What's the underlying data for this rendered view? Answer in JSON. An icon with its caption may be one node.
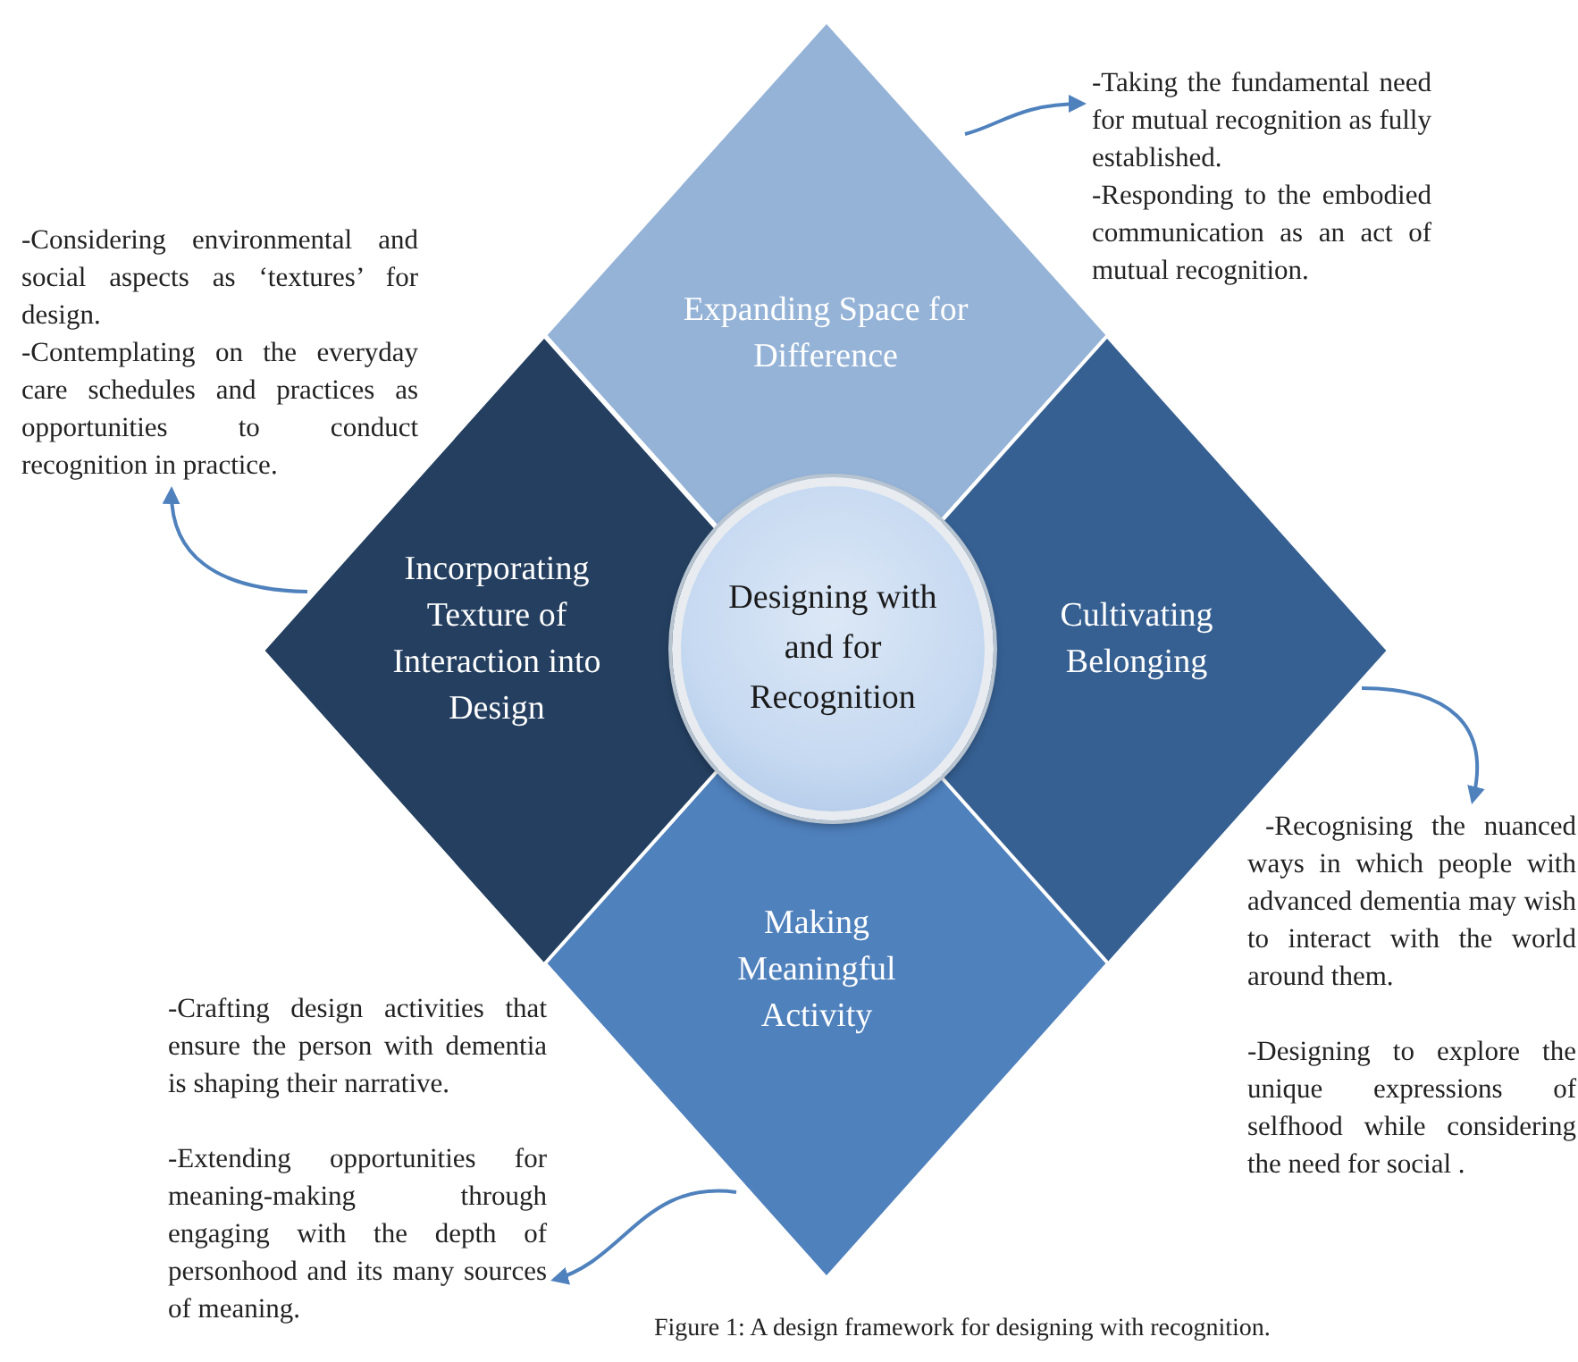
{
  "diagram": {
    "caption": "Figure 1: A design framework for designing with recognition.",
    "nodes": [
      {
        "text": [
          "Expanding Space for Difference"
        ]
      },
      {
        "text": [
          "Incorporating Texture of Interaction into Design"
        ]
      },
      {
        "text": [
          "Designing with and for Recognition"
        ]
      },
      {
        "text": [
          "Cultivating Belonging"
        ]
      },
      {
        "text": [
          "Making Meaningful Activity"
        ]
      },
      {
        "text": [
          "-Taking the fundamental need for mutual recognition as fully established.",
          "-Responding to the embodied communication as an act of mutual recognition."
        ]
      },
      {
        "text": [
          "-Considering environmental and social aspects as ‘textures’ for design.",
          "-Contemplating on the everyday care schedules and practices as opportunities to conduct recognition in practice."
        ]
      },
      {
        "text": [
          "-Recognising the nuanced ways in which people with advanced dementia may wish to interact with the world around them.",
          "-Designing to explore the unique expressions of selfhood while considering the need for social ."
        ]
      },
      {
        "text": [
          "-Crafting design activities that ensure the person with dementia is shaping their narrative.",
          "-Extending opportunities for meaning-making through engaging with the depth of personhood and its many sources of meaning."
        ]
      }
    ],
    "edges": [
      {
        "from": 0,
        "to": 5,
        "arrow": "to"
      },
      {
        "from": 1,
        "to": 6,
        "arrow": "to"
      },
      {
        "from": 3,
        "to": 7,
        "arrow": "to"
      },
      {
        "from": 4,
        "to": 8,
        "arrow": "to"
      }
    ]
  }
}
